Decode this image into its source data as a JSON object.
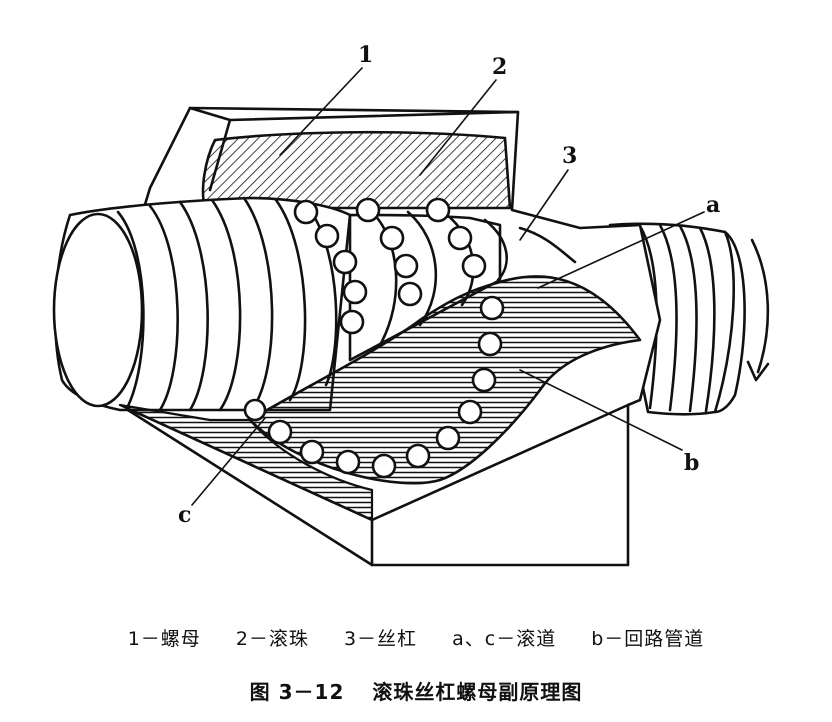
{
  "labels": {
    "one": "1",
    "two": "2",
    "three": "3",
    "a": "a",
    "b": "b",
    "c": "c"
  },
  "legend": {
    "item1": "1－螺母",
    "item2": "2－滚珠",
    "item3": "3－丝杠",
    "item4": "a、c－滚道",
    "item5": "b－回路管道"
  },
  "caption": {
    "number": "图 3－12",
    "title": "滚珠丝杠螺母副原理图"
  }
}
